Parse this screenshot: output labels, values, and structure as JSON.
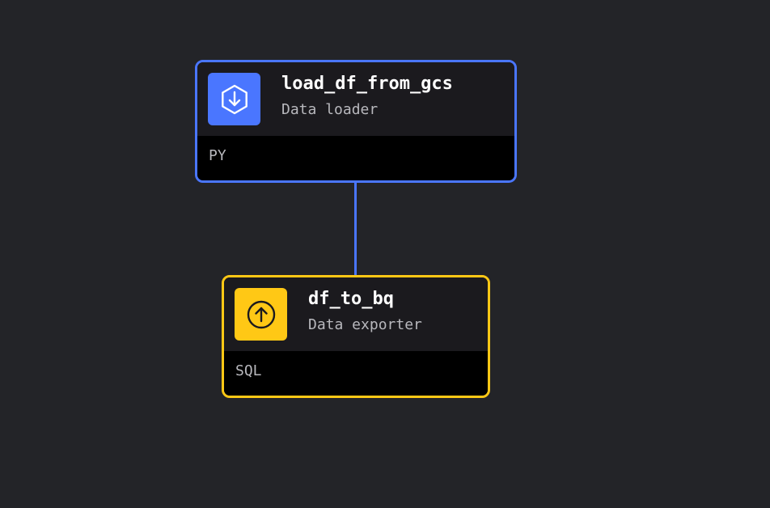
{
  "pipeline": {
    "blocks": [
      {
        "name": "load_df_from_gcs",
        "type": "Data loader",
        "language": "PY",
        "icon": "download-icon",
        "color": "#4a76ff"
      },
      {
        "name": "df_to_bq",
        "type": "Data exporter",
        "language": "SQL",
        "icon": "upload-icon",
        "color": "#ffc815"
      }
    ],
    "edge_color": "#4a76ff",
    "background": "#232428"
  }
}
